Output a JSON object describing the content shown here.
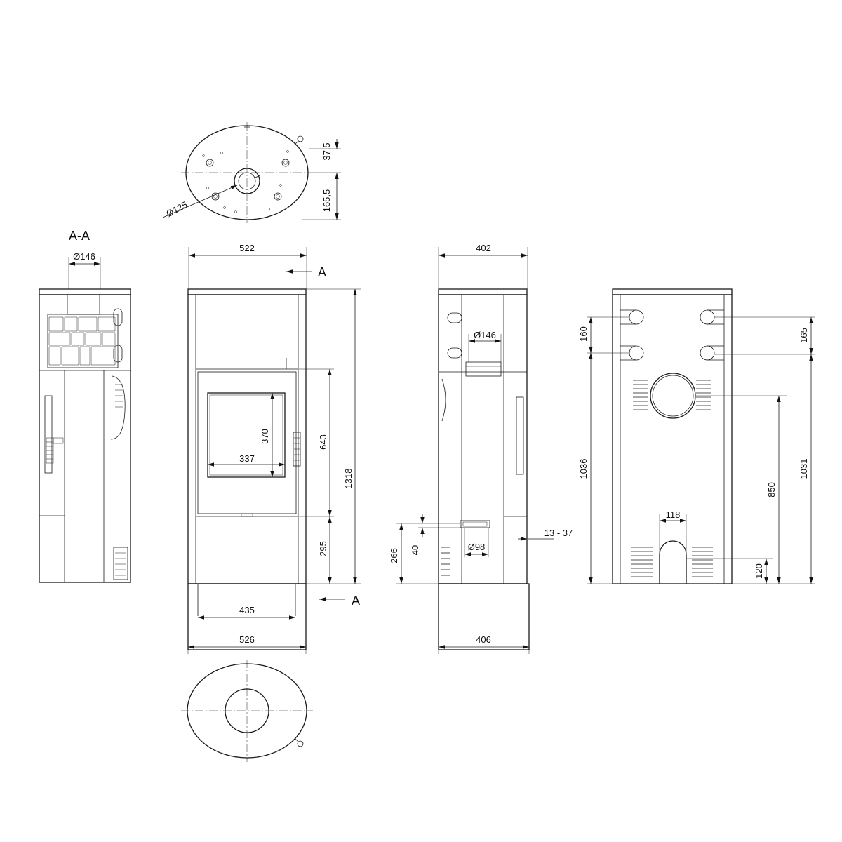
{
  "section_label": "A-A",
  "cut_marks": {
    "top": "A",
    "bottom": "A"
  },
  "top_view": {
    "flue_diameter": "Ø125",
    "dim_offset_top": "37,5",
    "dim_offset_bottom": "165,5"
  },
  "section_view": {
    "top_outlet_diameter": "Ø146"
  },
  "front_view": {
    "width_top": "522",
    "width_bottom": "526",
    "base_width": "435",
    "window_width": "337",
    "window_height": "370",
    "height_total": "1318",
    "height_door": "643",
    "height_lower": "295"
  },
  "side_view": {
    "depth_top": "402",
    "depth_bottom": "406",
    "top_outlet_diameter": "Ø146",
    "air_inlet_diameter": "Ø98",
    "air_inlet_height": "266",
    "air_inlet_size": "40",
    "wall_offset": "13 - 37"
  },
  "rear_view": {
    "pipe_spacing_left": "160",
    "pipe_spacing_right": "165",
    "height_left": "1036",
    "height_right": "1031",
    "flue_center_height": "850",
    "inlet_width": "118",
    "inlet_height": "120"
  }
}
